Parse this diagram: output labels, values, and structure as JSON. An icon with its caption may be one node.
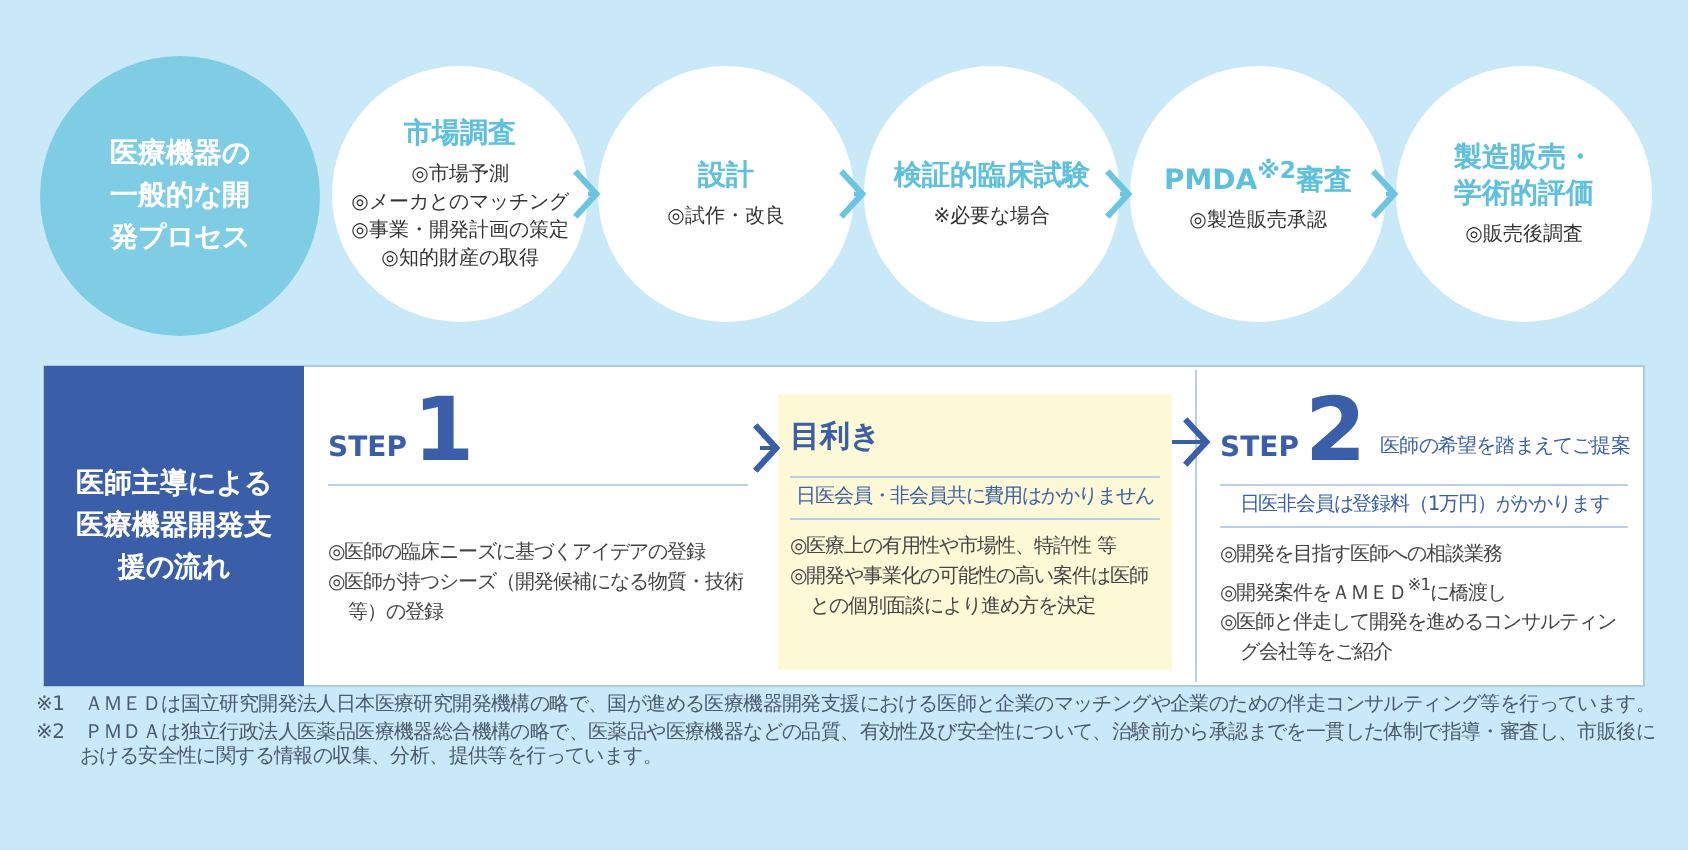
{
  "diagram": {
    "nodes": [
      {
        "text": [
          "医療機器の一般的な開発プロセス"
        ]
      },
      {
        "text": [
          "市場調査",
          "◎市場予測",
          "◎メーカとのマッチング",
          "◎事業・開発計画の策定",
          "◎知的財産の取得"
        ]
      },
      {
        "text": [
          "設計",
          "◎試作・改良"
        ]
      },
      {
        "text": [
          "検証的臨床試験",
          "※必要な場合"
        ]
      },
      {
        "text": [
          "PMDA$^{※2}$審査",
          "◎製造販売承認"
        ]
      },
      {
        "text": [
          "製造販売・学術的評価",
          "◎販売後調査"
        ]
      },
      {
        "text": [
          "医師主導による医療機器開発支援の流れ"
        ]
      },
      {
        "text": [
          "STEP",
          "1",
          "◎医師の臨床ニーズに基づくアイデアの登録",
          "◎医師が持つシーズ（開発候補になる物質・技術等）の登録"
        ]
      },
      {
        "text": [
          "目利き",
          "日医会員・非会員共に費用はかかりません",
          "◎医療上の有用性や市場性、特許性 等",
          "◎開発や事業化の可能性の高い案件は医師との個別面談により進め方を決定"
        ]
      },
      {
        "text": [
          "STEP",
          "2",
          "医師の希望を踏まえてご提案",
          "日医非会員は登録料（1万円）がかかります",
          "◎開発を目指す医師への相談業務",
          "◎開発案件をＡＭＥＤ$^{※1}$に橋渡し",
          "◎医師と伴走して開発を進めるコンサルティング会社等をご紹介"
        ]
      }
    ],
    "edges": [
      {
        "from": 1,
        "to": 2,
        "arrow": "to"
      },
      {
        "from": 2,
        "to": 3,
        "arrow": "to"
      },
      {
        "from": 3,
        "to": 4,
        "arrow": "to"
      },
      {
        "from": 4,
        "to": 5,
        "arrow": "to"
      },
      {
        "from": 7,
        "to": 8,
        "arrow": "to",
        "color": "#3a5fa8"
      },
      {
        "from": 8,
        "to": 9,
        "arrow": "to",
        "color": "#3a5fa8"
      }
    ],
    "labels": [
      "※1　ＡＭＥＤは国立研究開発法人日本医療研究開発機構の略で、国が進める医療機器開発支援における医師と企業のマッチングや企業のための伴走コンサルティング等を行っています。",
      "※2　ＰＭＤＡは独立行政法人医薬品医療機器総合機構の略で、医薬品や医療機器などの品質、有効性及び安全性について、治験前から承認までを一貫した体制で指導・審査し、市販後における安全性に関する情報の収集、分析、提供等を行っています。"
    ]
  }
}
